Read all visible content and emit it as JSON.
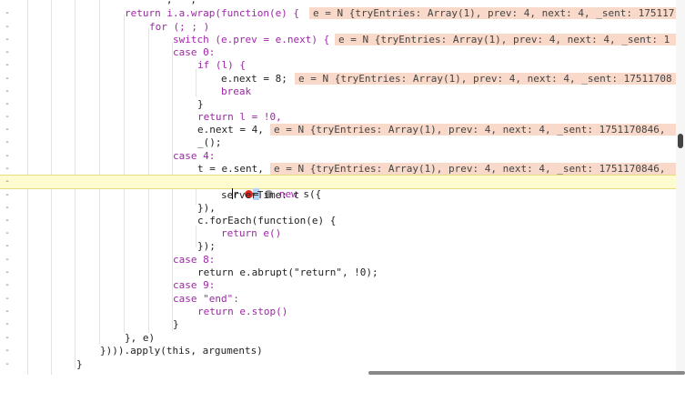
{
  "editor": {
    "gutter_marker": "-",
    "lines": [
      {
        "indent": 0,
        "code": "   ,   ,",
        "inline": ""
      },
      {
        "indent": 0,
        "code": "return i.a.wrap(function(e) {",
        "inline": "e = N {tryEntries: Array(1), prev: 4, next: 4, _sent: 175117"
      },
      {
        "indent": 0,
        "code": "for (; ; )",
        "inline": ""
      },
      {
        "indent": 0,
        "code": "switch (e.prev = e.next) {",
        "inline": "e = N {tryEntries: Array(1), prev: 4, next: 4, _sent: 1"
      },
      {
        "indent": 0,
        "code": "case 0:",
        "inline": ""
      },
      {
        "indent": 0,
        "code": "if (l) {",
        "inline": ""
      },
      {
        "indent": 0,
        "code": "e.next = 8;",
        "inline": "e = N {tryEntries: Array(1), prev: 4, next: 4, _sent: 17511708"
      },
      {
        "indent": 0,
        "code": "break",
        "inline": ""
      },
      {
        "indent": 0,
        "code": "}",
        "inline": ""
      },
      {
        "indent": 0,
        "code": "return l = !0,",
        "inline": ""
      },
      {
        "indent": 0,
        "code": "e.next = 4,",
        "inline": "e = N {tryEntries: Array(1), prev: 4, next: 4, _sent: 1751170846,"
      },
      {
        "indent": 0,
        "code": "_();",
        "inline": ""
      },
      {
        "indent": 0,
        "code": "case 4:",
        "inline": ""
      },
      {
        "indent": 0,
        "code": "t = e.sent,",
        "inline": "e = N {tryEntries: Array(1), prev: 4, next: 4, _sent: 1751170846,"
      },
      {
        "indent": 0,
        "code": "r ● = ● new s({",
        "inline": ""
      },
      {
        "indent": 0,
        "code": "serverTime: t",
        "inline": ""
      },
      {
        "indent": 0,
        "code": "}),",
        "inline": ""
      },
      {
        "indent": 0,
        "code": "c.forEach(function(e) {",
        "inline": ""
      },
      {
        "indent": 0,
        "code": "return e()",
        "inline": ""
      },
      {
        "indent": 0,
        "code": "});",
        "inline": ""
      },
      {
        "indent": 0,
        "code": "case 8:",
        "inline": ""
      },
      {
        "indent": 0,
        "code": "return e.abrupt(\"return\", !0);",
        "inline": ""
      },
      {
        "indent": 0,
        "code": "case 9:",
        "inline": ""
      },
      {
        "indent": 0,
        "code": "case \"end\":",
        "inline": ""
      },
      {
        "indent": 0,
        "code": "return e.stop()",
        "inline": ""
      },
      {
        "indent": 0,
        "code": "}",
        "inline": ""
      },
      {
        "indent": 0,
        "code": "}, e)",
        "inline": ""
      },
      {
        "indent": 0,
        "code": "}))).apply(this, arguments)",
        "inline": ""
      },
      {
        "indent": 0,
        "code": "}",
        "inline": ""
      }
    ]
  }
}
